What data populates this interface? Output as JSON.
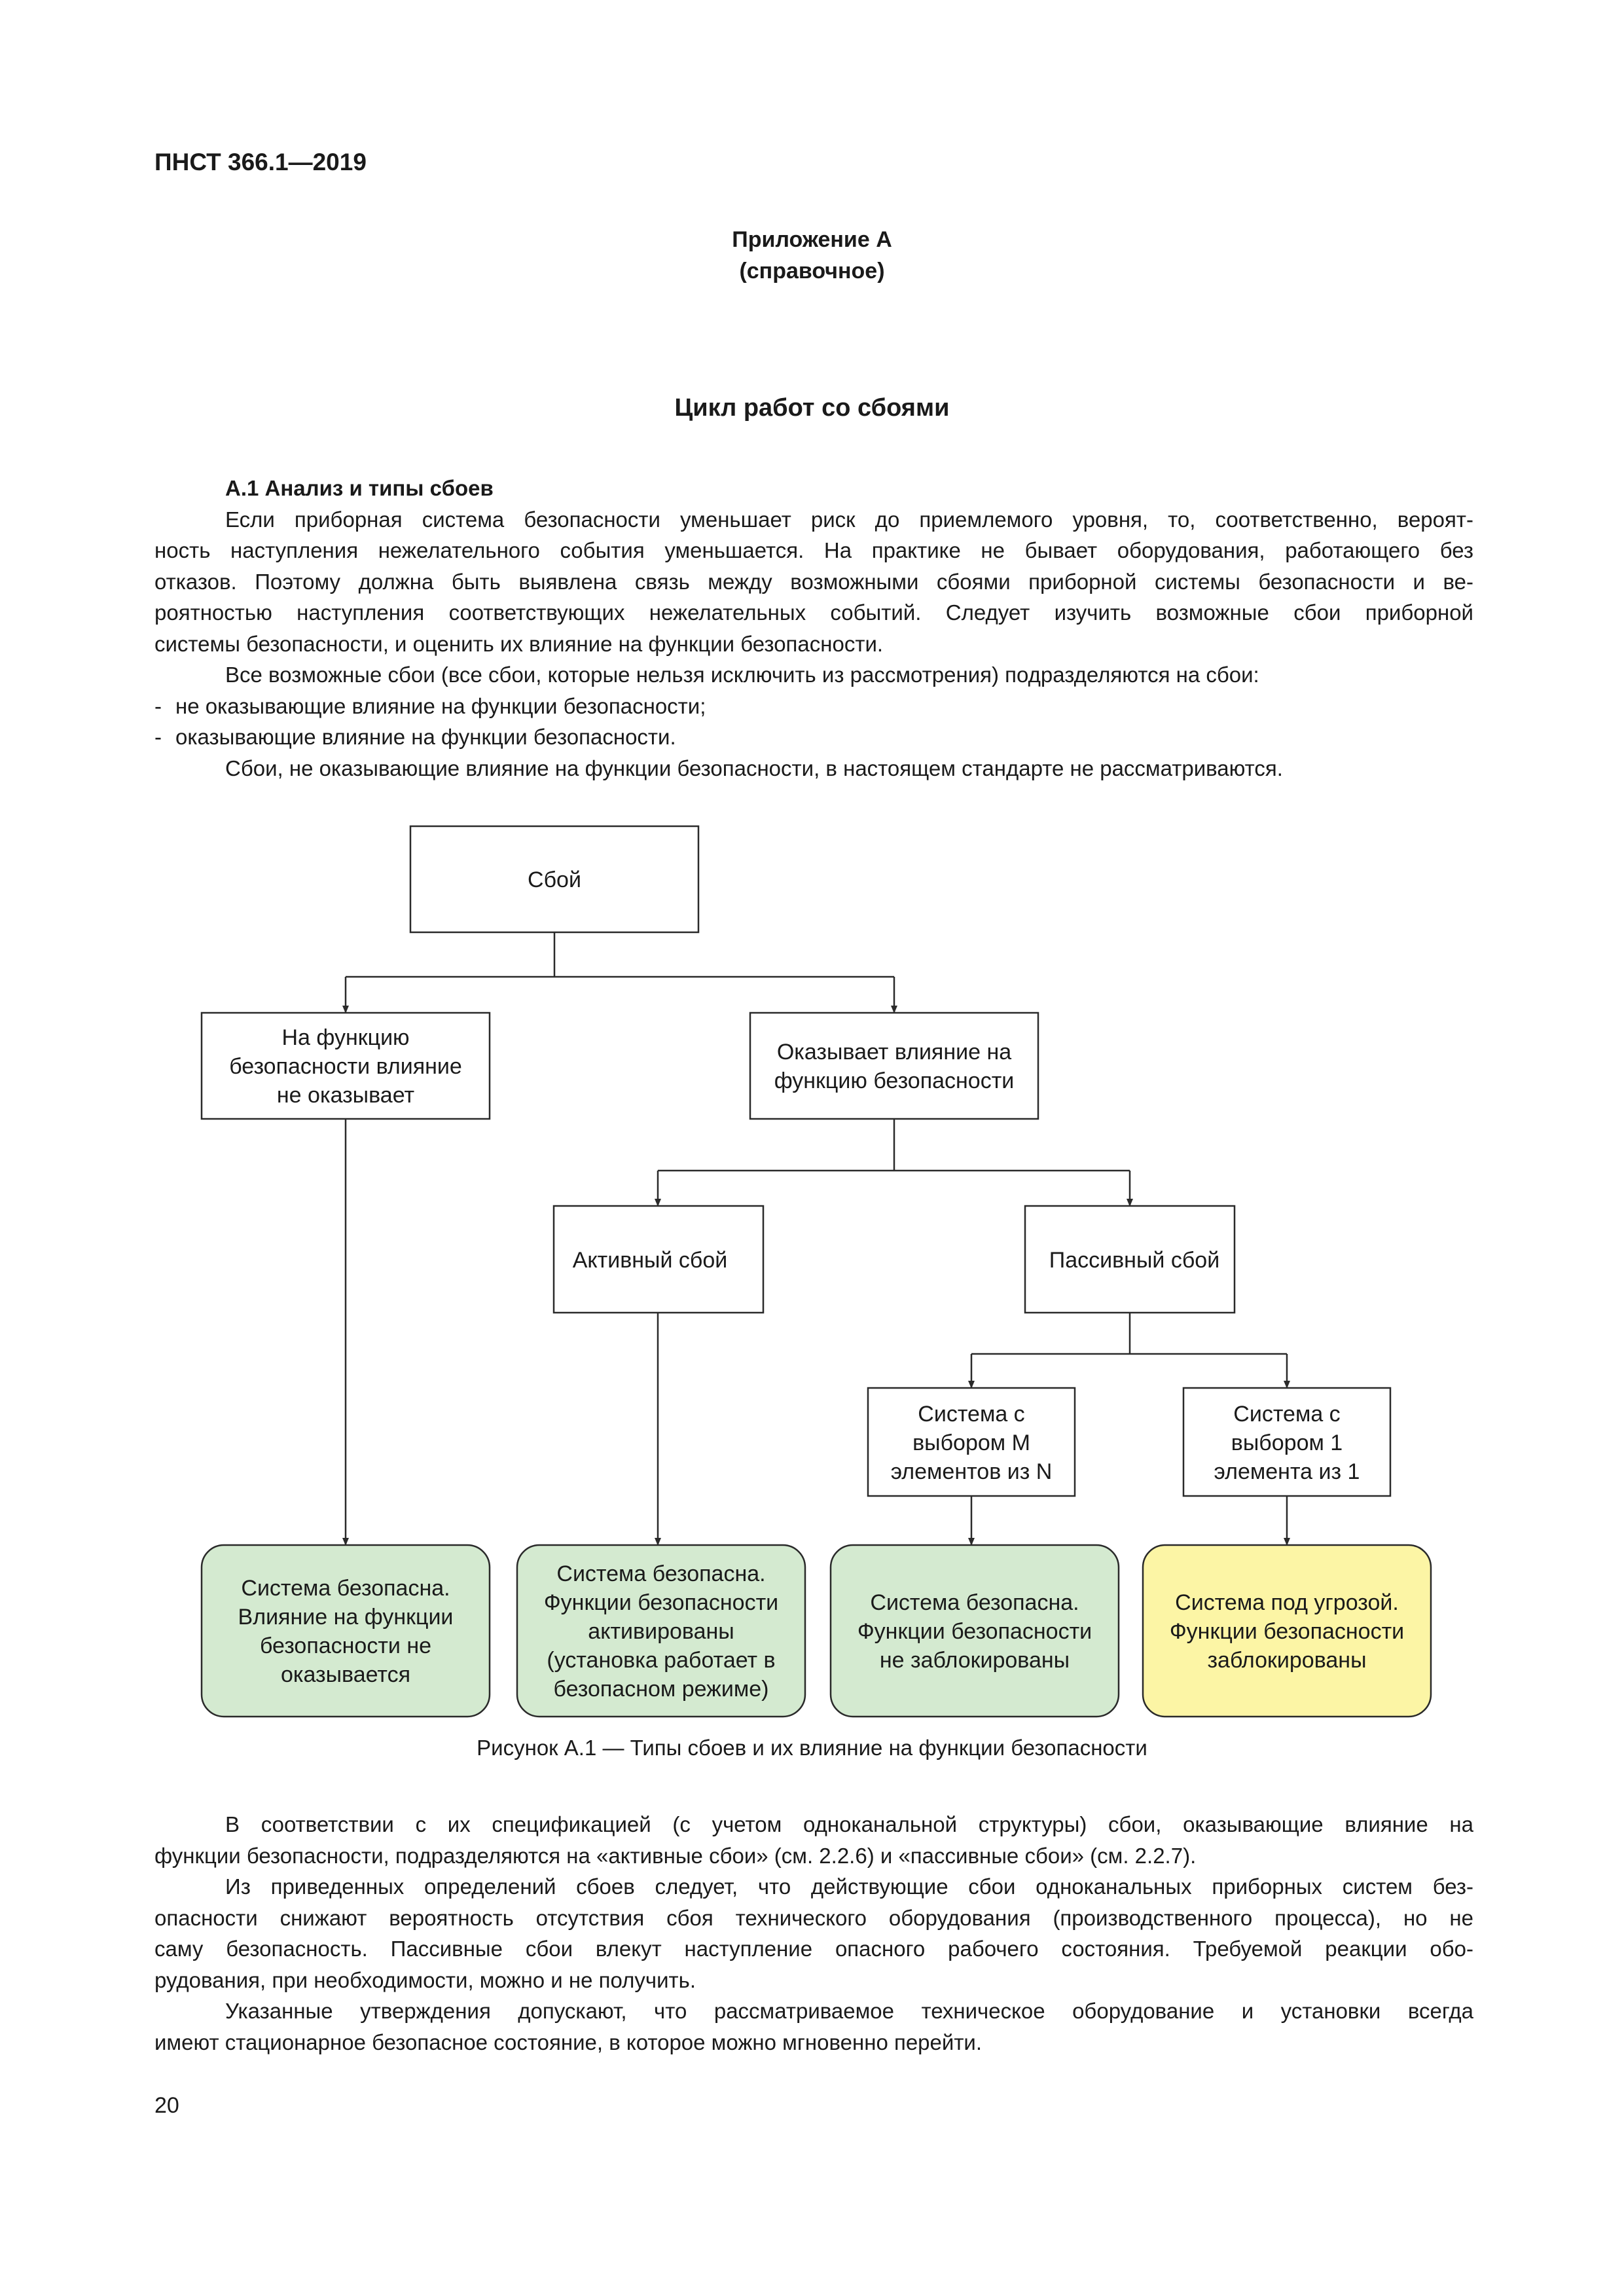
{
  "header": {
    "doc_code": "ПНСТ 366.1—2019"
  },
  "annex": {
    "title": "Приложение А",
    "subtitle": "(справочное)"
  },
  "main_title": "Цикл работ со сбоями",
  "section": {
    "heading": "А.1  Анализ и типы сбоев",
    "para1_lines": [
      "Если приборная система безопасности уменьшает риск до приемлемого уровня, то, соответственно, вероят-",
      "ность наступления нежелательного события уменьшается. На практике не бывает оборудования, работающего без",
      "отказов. Поэтому должна быть выявлена связь между возможными сбоями приборной системы безопасности и ве-",
      "роятностью наступления соответствующих нежелательных событий. Следует изучить возможные сбои приборной",
      "системы безопасности, и оценить их влияние на функции безопасности."
    ],
    "para2": "Все возможные сбои (все сбои, которые нельзя исключить из рассмотрения) подразделяются на сбои:",
    "bullets": [
      "не оказывающие влияние на функции безопасности;",
      "оказывающие влияние на функции безопасности."
    ],
    "bullet_dash": "-",
    "para3": "Сбои, не оказывающие влияние на функции безопасности, в настоящем стандарте не рассматриваются."
  },
  "diagram": {
    "root": [
      "Сбой"
    ],
    "no_effect": [
      "На функцию",
      "безопасности влияние",
      "не оказывает"
    ],
    "has_effect": [
      "Оказывает влияние на",
      "функцию безопасности"
    ],
    "active": [
      "Активный сбой"
    ],
    "passive": [
      "Пассивный сбой"
    ],
    "m_of_n": [
      "Система с",
      "выбором M",
      "элементов из N"
    ],
    "one_of": [
      "Система с",
      "выбором 1",
      "элемента из 1"
    ],
    "out_safe_no_effect": [
      "Система безопасна.",
      "Влияние на функции",
      "безопасности не",
      "оказывается"
    ],
    "out_safe_active": [
      "Система безопасна.",
      "Функции безопасности",
      "активированы",
      "(установка работает в",
      "безопасном режиме)"
    ],
    "out_safe_not_blocked": [
      "Система безопасна.",
      "Функции безопасности",
      "не заблокированы"
    ],
    "out_danger": [
      "Система под угрозой.",
      "Функции безопасности",
      "заблокированы"
    ],
    "colors": {
      "safe_fill": "#d4ead0",
      "danger_fill": "#fcf5a5",
      "line": "#2a2a2a"
    }
  },
  "caption": "Рисунок А.1 — Типы сбоев и их влияние на функции безопасности",
  "bottom": {
    "para1_lines": [
      "В соответствии с их спецификацией (с учетом одноканальной структуры) сбои, оказывающие влияние на",
      "функции безопасности, подразделяются на «активные сбои» (см. 2.2.6) и «пассивные сбои» (см. 2.2.7)."
    ],
    "para2_lines": [
      "Из приведенных определений сбоев следует, что действующие сбои одноканальных приборных систем без-",
      "опасности снижают вероятность отсутствия сбоя технического оборудования (производственного процесса), но не",
      "саму безопасность. Пассивные сбои влекут наступление опасного рабочего состояния. Требуемой реакции обо-",
      "рудования, при необходимости, можно и не получить."
    ],
    "para3_lines": [
      "Указанные утверждения допускают, что рассматриваемое техническое оборудование и установки всегда",
      "имеют стационарное безопасное состояние, в которое можно мгновенно перейти."
    ]
  },
  "page_number": "20"
}
